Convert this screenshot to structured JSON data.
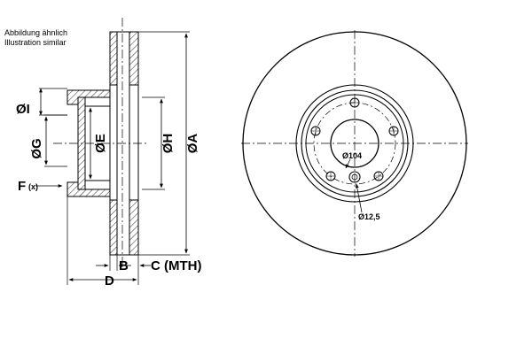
{
  "notes": {
    "line1": "Abbildung ähnlich",
    "line2": "Illustration similar"
  },
  "side_view": {
    "label_I": "ØI",
    "label_G": "ØG",
    "label_E": "ØE",
    "label_H": "ØH",
    "label_A": "ØA",
    "label_F": "F",
    "label_F_suffix": "(x)",
    "label_B": "B",
    "label_C": "C (MTH)",
    "label_D": "D"
  },
  "front_view": {
    "label_pcd": "Ø104",
    "label_bolt": "Ø12,5"
  }
}
